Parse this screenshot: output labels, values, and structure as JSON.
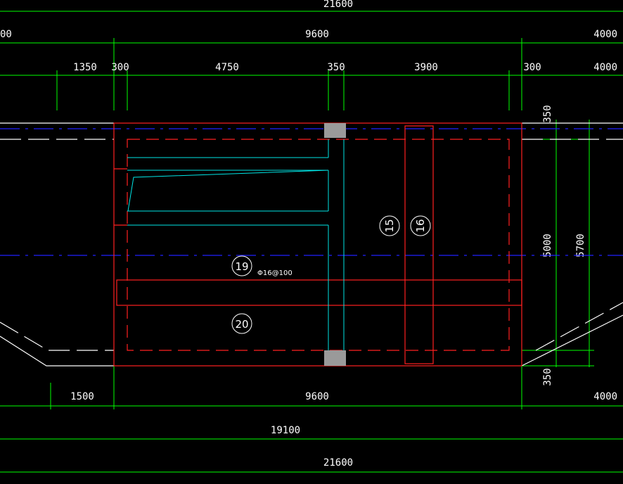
{
  "colors": {
    "background": "#000000",
    "dimension": "#00ff00",
    "outline": "#ff2020",
    "inner": "#00e5e5",
    "axis": "#2020ff",
    "text": "#ffffff",
    "column": "#9a9a9a"
  },
  "dimensions": {
    "top_total": "21600",
    "row1": {
      "left": "00",
      "middle": "9600",
      "right": "4000"
    },
    "row2": {
      "a": "1350",
      "b": "300",
      "c": "4750",
      "d": "350",
      "e": "3900",
      "f": "300",
      "right": "4000"
    },
    "right_side": {
      "top": "350",
      "mid": "5000",
      "total": "5700",
      "bottom": "350"
    },
    "bottom_row1": {
      "left": "1500",
      "middle": "9600",
      "right": "4000"
    },
    "bottom_row2": "19100",
    "bottom_total": "21600"
  },
  "labels": {
    "mark15": "15",
    "mark16": "16",
    "mark19": "19",
    "mark20": "20",
    "rebar": "Φ16@100"
  }
}
